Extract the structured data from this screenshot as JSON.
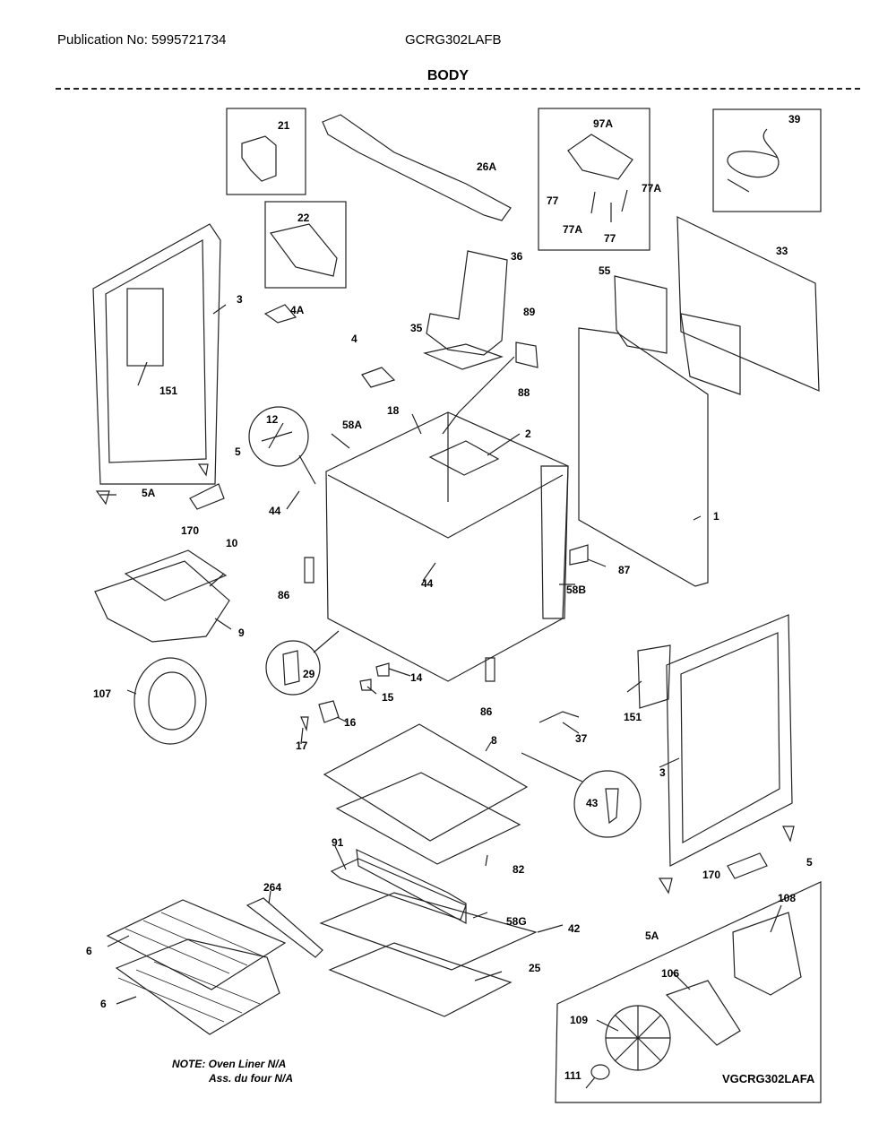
{
  "header": {
    "publication": "Publication No: 5995721734",
    "model": "GCRG302LAFB",
    "title": "BODY"
  },
  "labels": [
    "21",
    "26A",
    "97A",
    "39",
    "22",
    "77",
    "77A",
    "77A",
    "77",
    "33",
    "3",
    "4A",
    "36",
    "55",
    "89",
    "35",
    "4",
    "88",
    "151",
    "12",
    "18",
    "58A",
    "2",
    "5",
    "5A",
    "44",
    "170",
    "1",
    "10",
    "86",
    "44",
    "87",
    "58B",
    "9",
    "29",
    "14",
    "107",
    "15",
    "16",
    "86",
    "151",
    "17",
    "37",
    "8",
    "3",
    "43",
    "91",
    "82",
    "5",
    "170",
    "58G",
    "264",
    "42",
    "108",
    "5A",
    "6",
    "25",
    "106",
    "6",
    "109",
    "111"
  ],
  "notes": {
    "line1": "NOTE: Oven Liner N/A",
    "line2": "Ass. du four N/A"
  },
  "drawing_id": "VGCRG302LAFA"
}
